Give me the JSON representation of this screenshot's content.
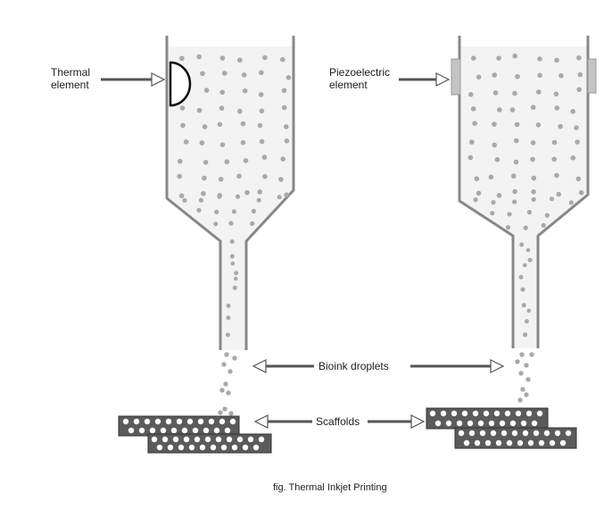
{
  "labels": {
    "thermal_element": "Thermal element",
    "piezoelectric_element": "Piezoelectric element",
    "bioink_droplets": "Bioink droplets",
    "scaffolds": "Scaffolds",
    "caption": "fig. Thermal Inkjet Printing"
  },
  "colors": {
    "wall": "#888888",
    "fill": "#f3f3f3",
    "dot": "#a9a9a9",
    "scaffold": "#5b5b5b",
    "piezo": "#c4c4c4",
    "heater": "#111111"
  }
}
